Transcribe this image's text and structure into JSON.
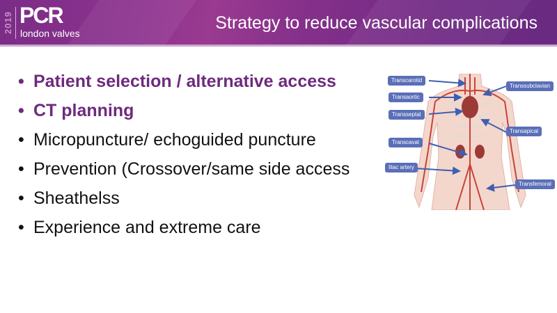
{
  "header": {
    "logo_year": "2019",
    "logo_brand": "PCR",
    "logo_sub": "london valves",
    "title": "Strategy to reduce vascular complications"
  },
  "bullets": [
    {
      "text": "Patient selection / alternative access",
      "highlight": true
    },
    {
      "text": "CT planning",
      "highlight": true
    },
    {
      "text": "Micropuncture/ echoguided puncture",
      "highlight": false
    },
    {
      "text": "Prevention  (Crossover/same side access",
      "highlight": false
    },
    {
      "text": "Sheathelss",
      "highlight": false
    },
    {
      "text": "Experience and extreme care",
      "highlight": false
    }
  ],
  "bullet_symbol": "•",
  "colors": {
    "accent": "#6e2a7e",
    "header": "#84308a",
    "label": "#5a6fb8"
  },
  "anatomy": {
    "labels": {
      "transcarotid": "Transcarotid",
      "transaortic": "Transaortic",
      "transseptal": "Transseptal",
      "transcaval": "Transcaval",
      "iliac": "Iliac artery",
      "transsubclavian": "Transsubclavian",
      "transapical": "Transapical",
      "transfemoral": "Transfemoral"
    }
  }
}
